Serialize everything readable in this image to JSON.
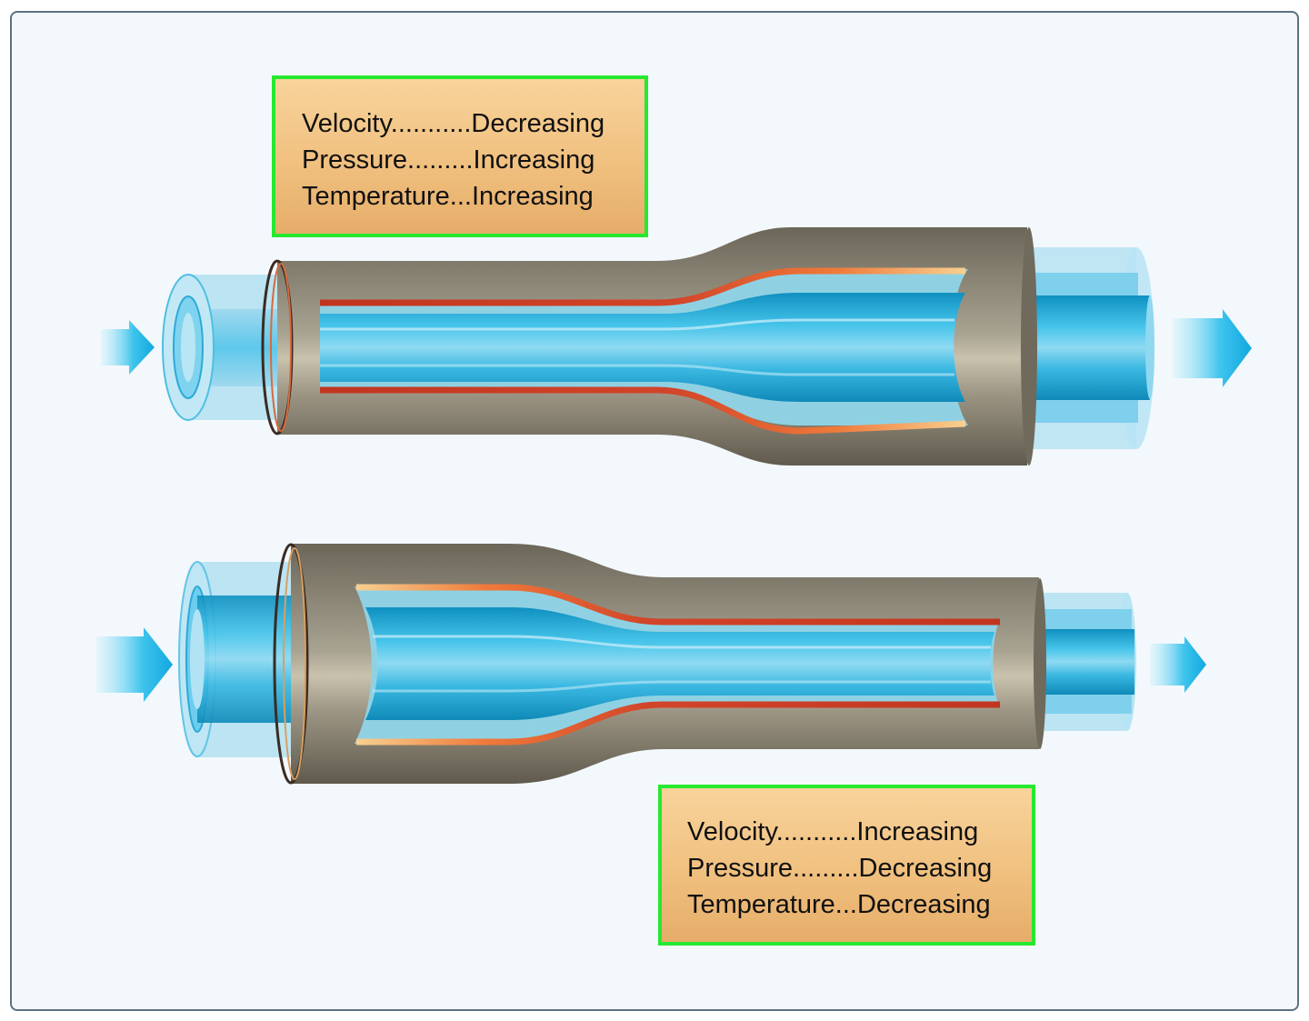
{
  "diffuser_label": {
    "velocity": "Velocity...........Decreasing",
    "pressure": "Pressure.........Increasing",
    "temperature": "Temperature...Increasing"
  },
  "nozzle_label": {
    "velocity": "Velocity...........Increasing",
    "pressure": "Pressure.........Decreasing",
    "temperature": "Temperature...Decreasing"
  },
  "colors": {
    "duct_wall": "#8c8573",
    "flow_blue": "#36bde6",
    "hot_lining": "#cf3a24",
    "cool_lining": "#f2c98a",
    "label_border": "#27e830",
    "label_fill": "#f0c07f"
  }
}
